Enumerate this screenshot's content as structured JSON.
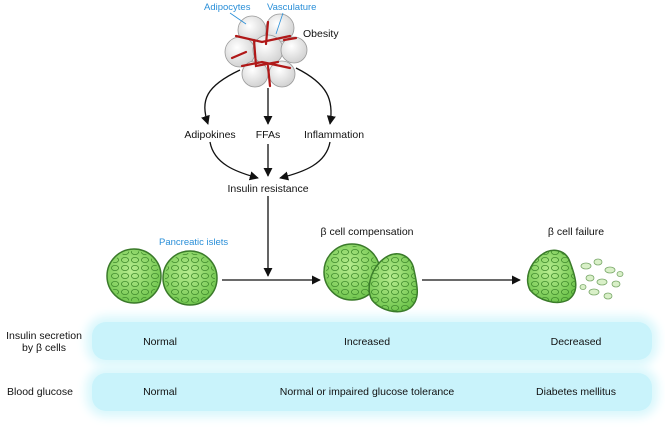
{
  "labels": {
    "adipocytes": "Adipocytes",
    "vasculature": "Vasculature",
    "obesity": "Obesity",
    "adipokines": "Adipokines",
    "ffas": "FFAs",
    "inflammation": "Inflammation",
    "insulin_resistance": "Insulin resistance",
    "pancreatic_islets": "Pancreatic islets",
    "beta_compensation": "β cell compensation",
    "beta_failure": "β cell failure"
  },
  "rows": [
    {
      "label": "Insulin secretion\nby β cells",
      "normal": "Normal",
      "mid": "Increased",
      "end": "Decreased"
    },
    {
      "label": "Blood glucose",
      "normal": "Normal",
      "mid": "Normal or impaired glucose tolerance",
      "end": "Diabetes mellitus"
    }
  ],
  "colors": {
    "islet_fill": "#8fd86a",
    "islet_edge": "#3a7a2a",
    "band": "#c9f3fb",
    "label_blue": "#2a8fd8",
    "vessel": "#b01818"
  }
}
